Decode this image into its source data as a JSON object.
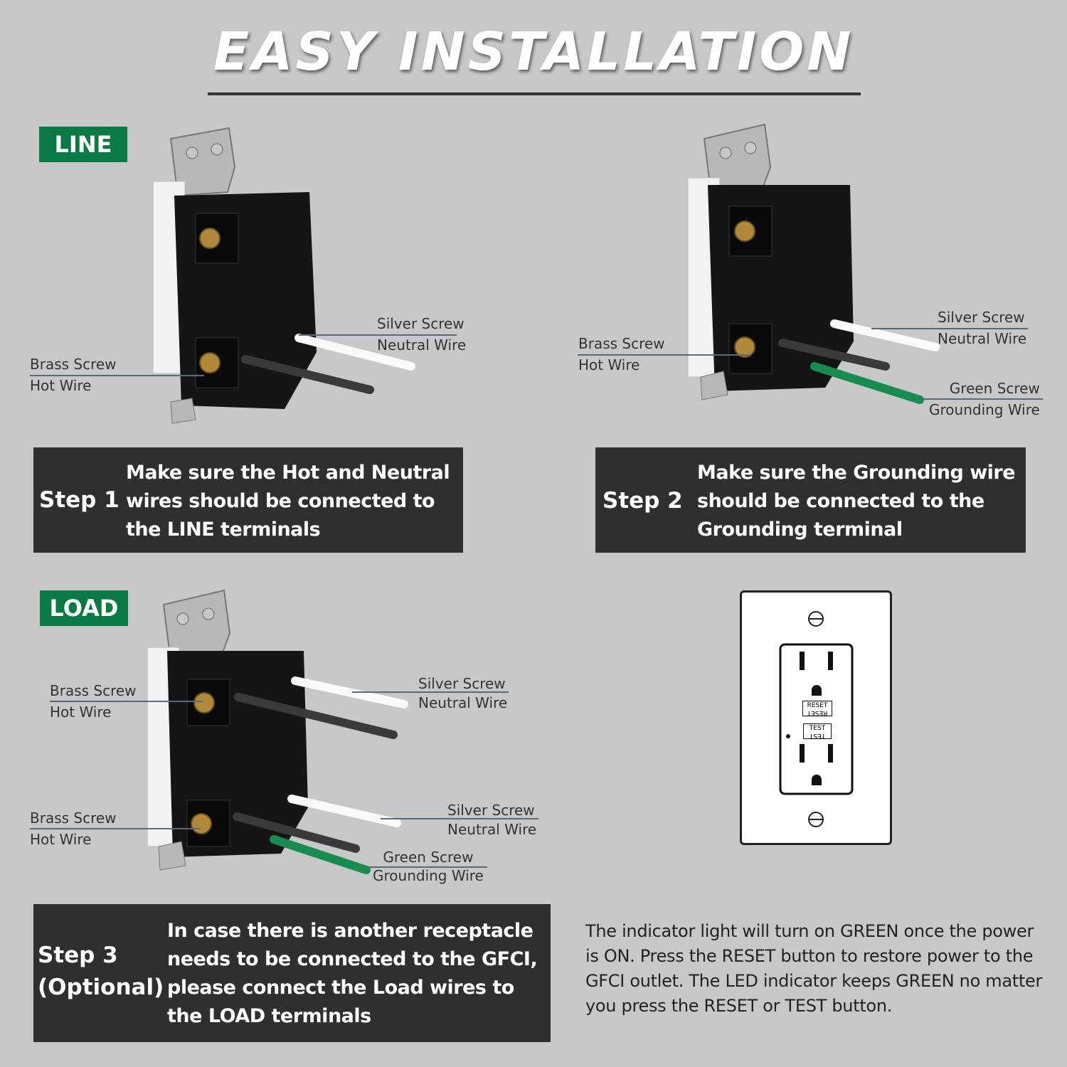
{
  "header": {
    "title": "EASY INSTALLATION"
  },
  "tags": {
    "line": "LINE",
    "load": "LOAD"
  },
  "panel1": {
    "brass_screw": "Brass Screw",
    "hot_wire": "Hot Wire",
    "silver_screw": "Silver Screw",
    "neutral_wire": "Neutral Wire"
  },
  "panel2": {
    "brass_screw": "Brass Screw",
    "hot_wire": "Hot Wire",
    "silver_screw": "Silver Screw",
    "neutral_wire": "Neutral Wire",
    "green_screw": "Green Screw",
    "grounding_wire": "Grounding Wire"
  },
  "panel3": {
    "top_brass_screw": "Brass Screw",
    "top_hot_wire": "Hot Wire",
    "top_silver_screw": "Silver Screw",
    "top_neutral_wire": "Neutral Wire",
    "bottom_brass_screw": "Brass Screw",
    "bottom_hot_wire": "Hot Wire",
    "bottom_silver_screw": "Silver Screw",
    "bottom_neutral_wire": "Neutral Wire",
    "green_screw": "Green Screw",
    "grounding_wire": "Grounding Wire"
  },
  "steps": [
    {
      "step": "Step 1",
      "lines": [
        "Make sure the Hot and Neutral",
        "wires should be connected to",
        "the LINE terminals"
      ]
    },
    {
      "step": "Step 2",
      "lines": [
        "Make sure the Grounding wire",
        "should be connected to the",
        "Grounding terminal"
      ]
    },
    {
      "step": "Step 3",
      "step_sub": "(Optional)",
      "lines": [
        "In case there is another receptacle",
        "needs to be connected to the GFCI,",
        "please connect the Load wires to",
        "the LOAD terminals"
      ]
    }
  ],
  "outlet": {
    "reset_label": "RESET",
    "test_label": "TEST"
  },
  "note": {
    "lines": [
      "The indicator light will turn on GREEN once the power",
      "is ON. Press the RESET button to restore power to the",
      "GFCI outlet. The LED indicator keeps GREEN no matter",
      "you press the RESET or TEST button."
    ]
  },
  "colors": {
    "tag_green": "#0a7a44",
    "step_box": "#2f2f2f",
    "background": "#c8c8c8",
    "ground_wire": "#178c4e"
  }
}
